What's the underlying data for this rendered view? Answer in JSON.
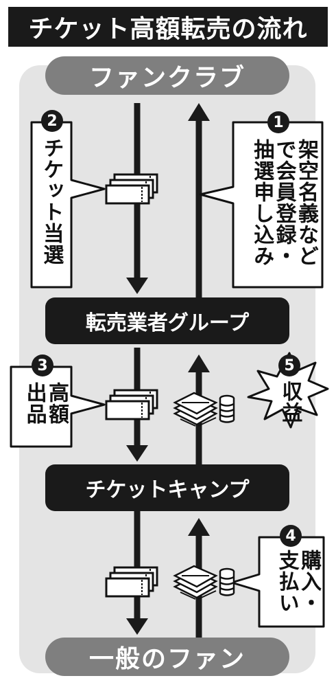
{
  "title": "チケット高額転売の流れ",
  "nodes": {
    "fanclub": "ファンクラブ",
    "reseller_group": "転売業者グループ",
    "ticket_camp": "チケットキャンプ",
    "general_fans": "一般のファン"
  },
  "steps": [
    {
      "number": "1",
      "lines": [
        "架空名義など",
        "で会員登録・",
        "抽選申し込み"
      ]
    },
    {
      "number": "2",
      "lines": [
        "チケット当選"
      ]
    },
    {
      "number": "3",
      "lines": [
        "高額",
        "出品"
      ]
    },
    {
      "number": "4",
      "lines": [
        "購入・",
        "支払い"
      ]
    },
    {
      "number": "5",
      "lines": [
        "収益"
      ]
    }
  ],
  "icons": [
    "ticket-icon",
    "money-icon"
  ],
  "colors": {
    "dark": "#1a1a1a",
    "gray": "#7f7f7f",
    "panel": "#e4e4e4"
  }
}
